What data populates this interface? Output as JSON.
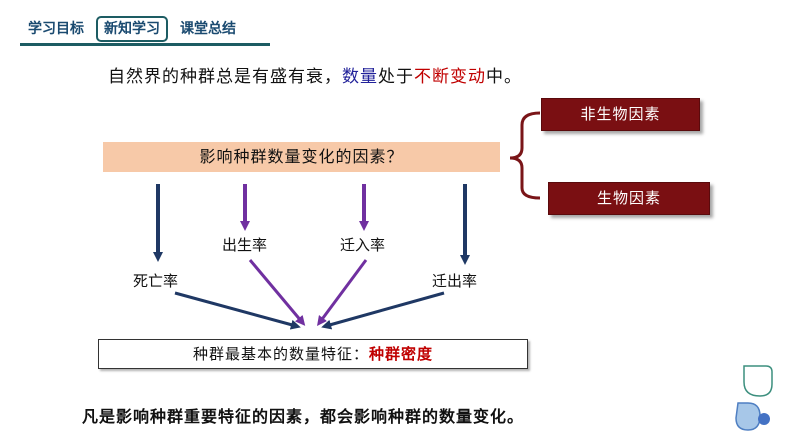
{
  "tabs": [
    {
      "label": "学习目标",
      "active": false
    },
    {
      "label": "新知学习",
      "active": true
    },
    {
      "label": "课堂总结",
      "active": false
    }
  ],
  "intro": {
    "part1": "自然界的种群总是有盛有衰，",
    "part2": "数量",
    "part3": "处于",
    "part4": "不断变动",
    "part5": "中。"
  },
  "factors": {
    "abiotic": "非生物因素",
    "biotic": "生物因素"
  },
  "question": "影响种群数量变化的因素？",
  "labels": {
    "birth_rate": "出生率",
    "immigration_rate": "迁入率",
    "death_rate": "死亡率",
    "emigration_rate": "迁出率"
  },
  "density_box": {
    "prefix": "种群最基本的数量特征：",
    "highlight": "种群密度"
  },
  "conclusion": "凡是影响种群重要特征的因素，都会影响种群的数量变化。",
  "colors": {
    "navy_arrow": "#1f3864",
    "purple_arrow": "#7030a0",
    "factor_bg": "#7a0f12",
    "question_bg": "#f7c9a8",
    "highlight_red": "#c00000",
    "tab_border": "#1d5c63"
  }
}
